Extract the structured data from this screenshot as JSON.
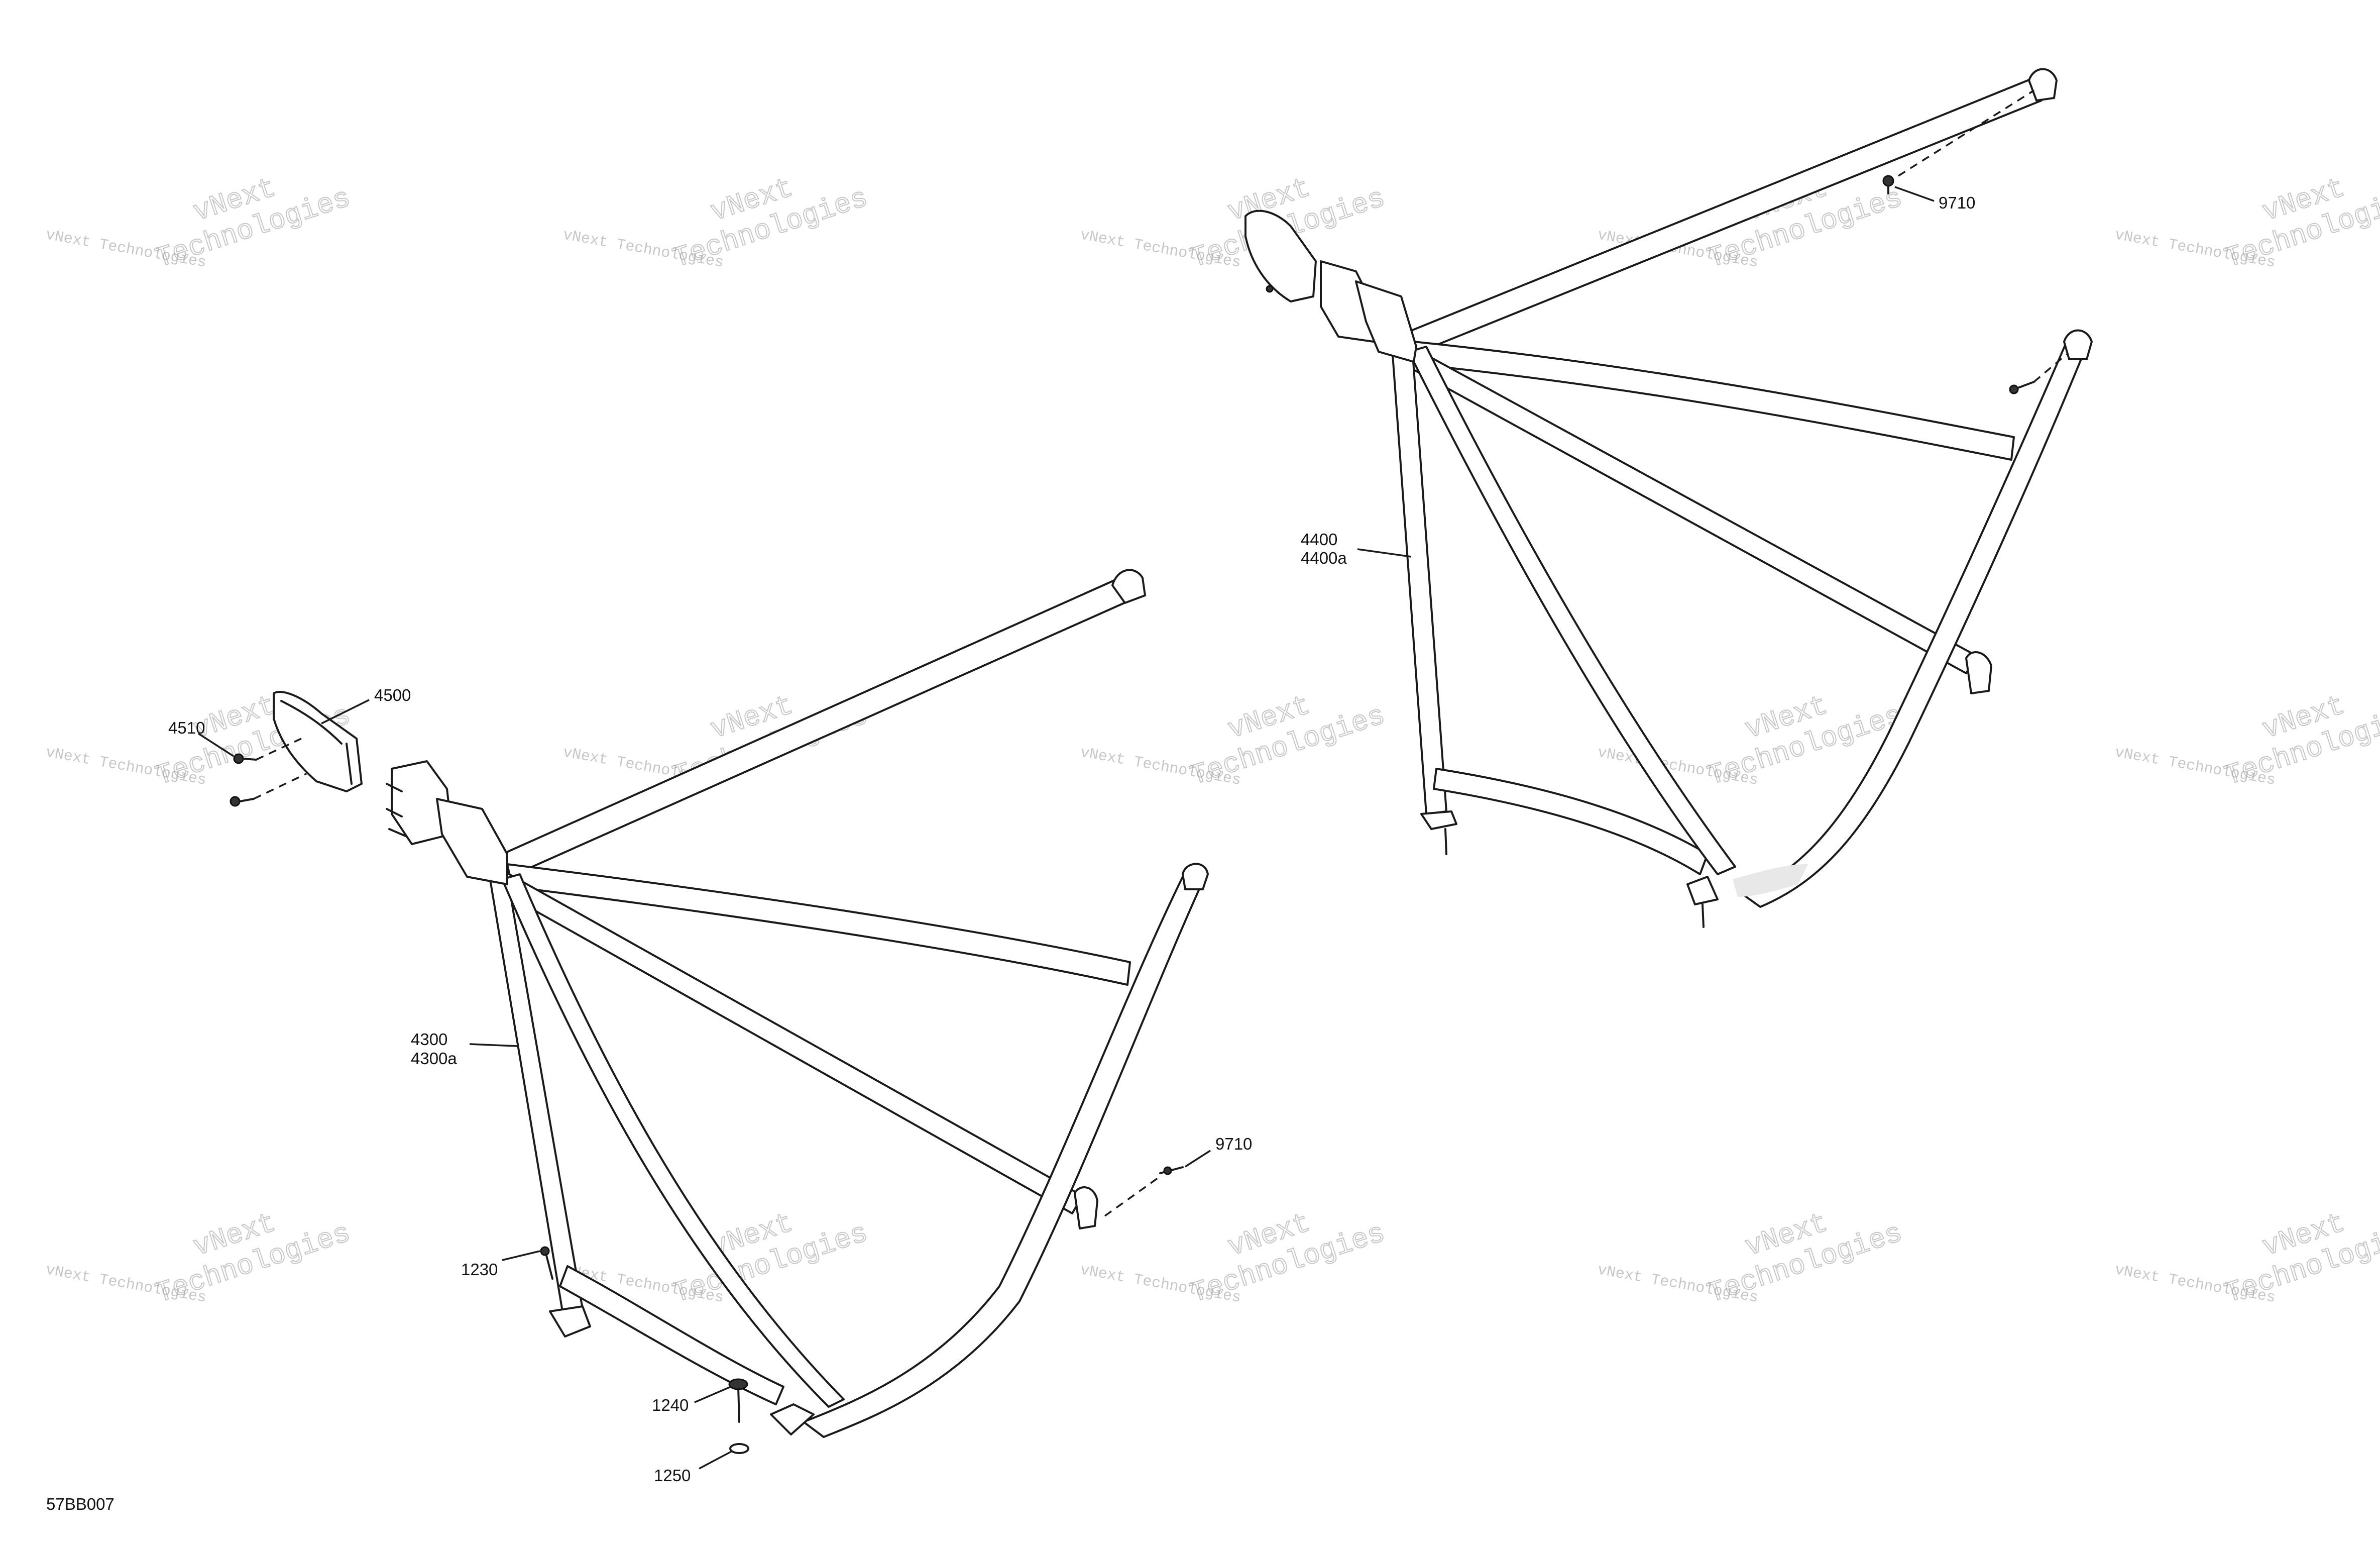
{
  "callouts": {
    "c4500": "4500",
    "c4510": "4510",
    "c4300": "4300",
    "c4300a": "4300a",
    "c9710_left": "9710",
    "c1230": "1230",
    "c1240": "1240",
    "c1250": "1250",
    "c4400": "4400",
    "c4400a": "4400a",
    "c9710_right": "9710"
  },
  "drawing_code": "57BB007",
  "watermark": {
    "line1": "vNext",
    "line2": "Technologies",
    "small": "vNext Technologies"
  }
}
